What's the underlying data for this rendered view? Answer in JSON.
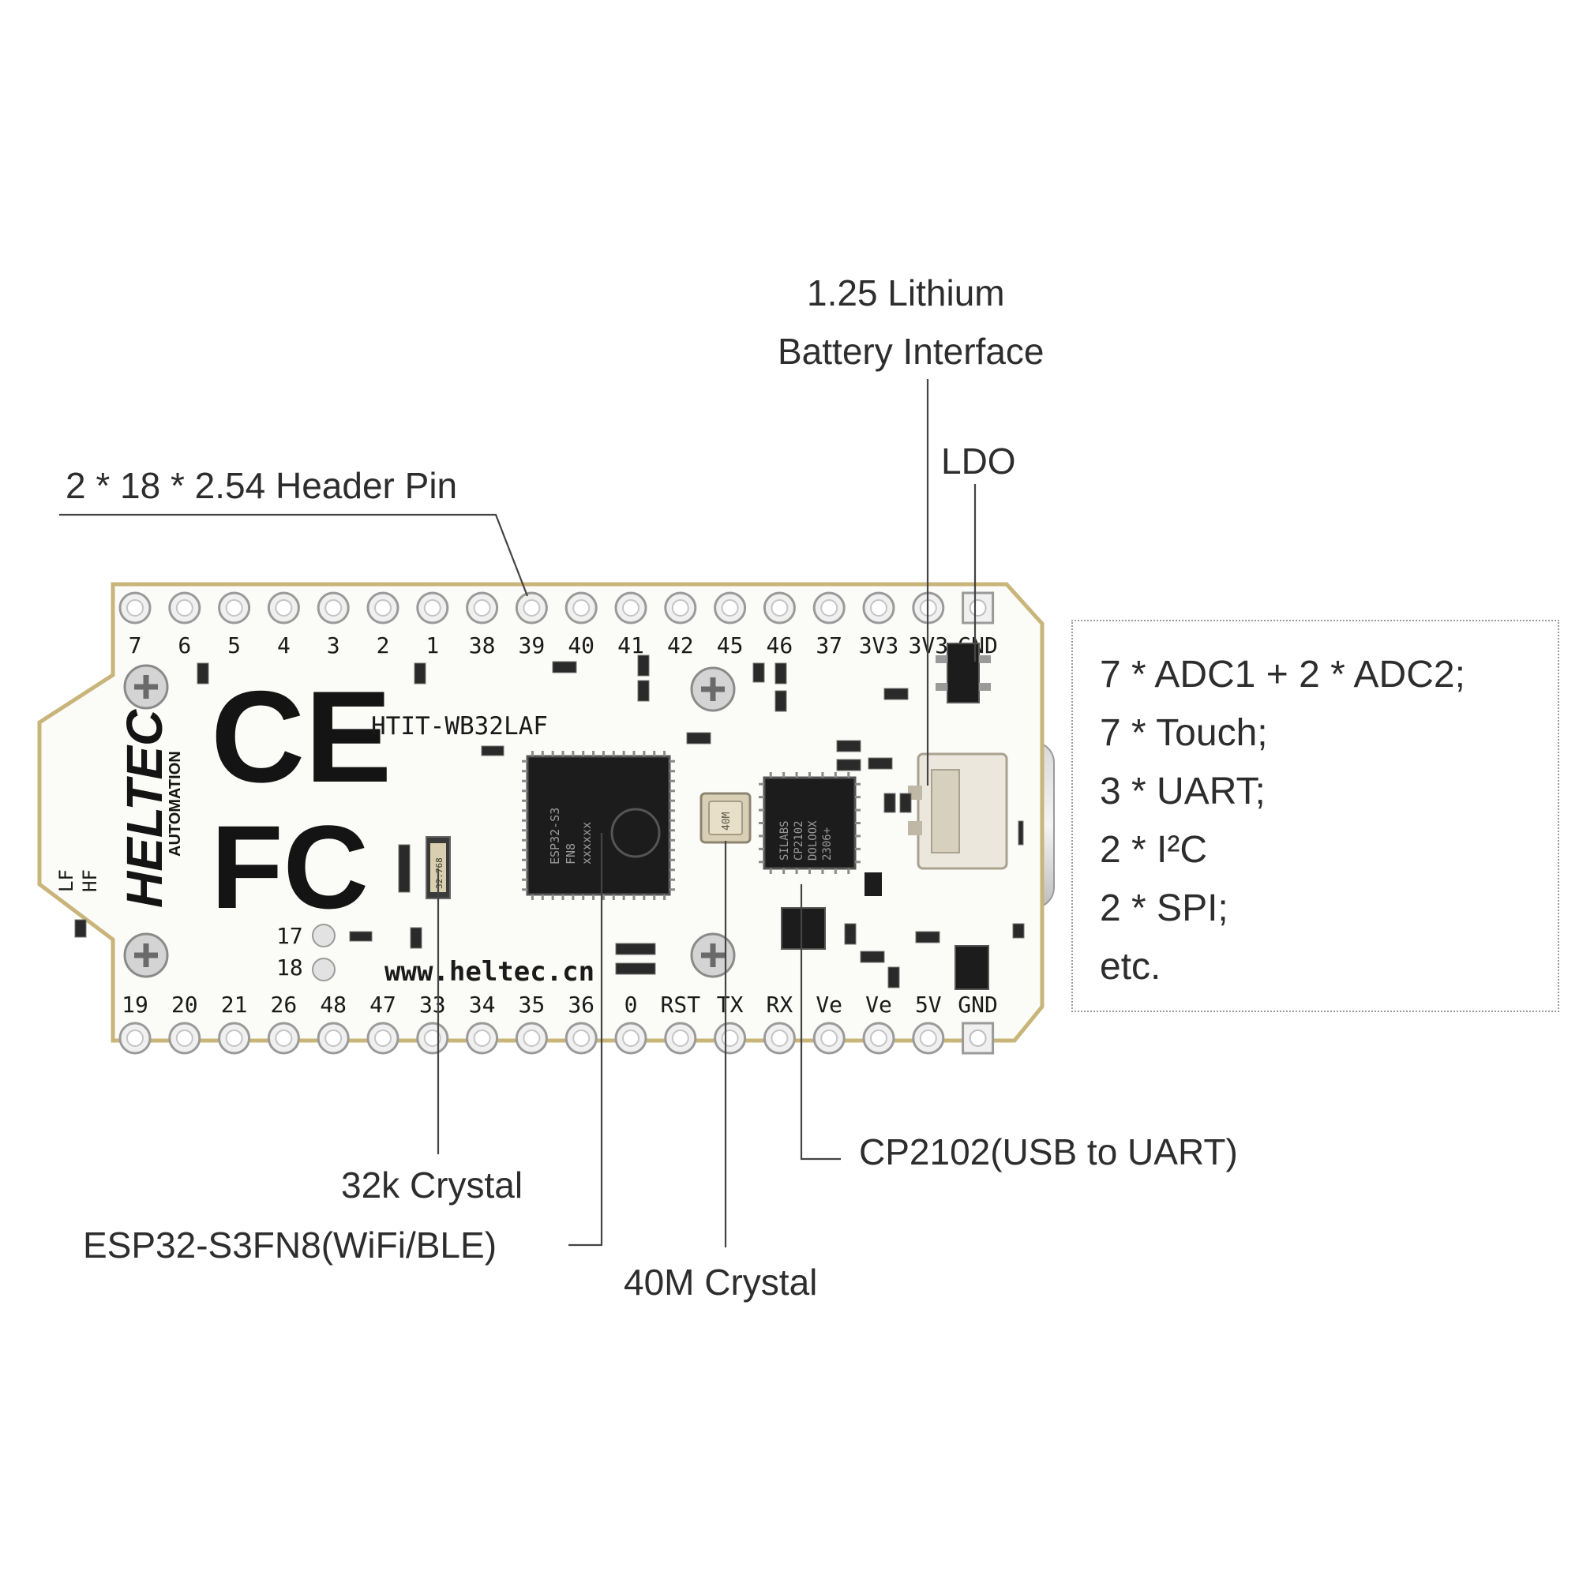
{
  "callouts": {
    "header_pin": "2 * 18 * 2.54 Header Pin",
    "battery_line1": "1.25 Lithium",
    "battery_line2": "Battery Interface",
    "ldo": "LDO",
    "crystal_32k": "32k Crystal",
    "esp32": "ESP32-S3FN8(WiFi/BLE)",
    "crystal_40m": "40M Crystal",
    "cp2102": "CP2102(USB to UART)"
  },
  "specs": [
    "7 * ADC1 + 2 * ADC2;",
    "7 * Touch;",
    "3 * UART;",
    "2 * I²C",
    "2 * SPI;",
    "etc."
  ],
  "board": {
    "model": "HTIT-WB32LAF",
    "brand": "HELTEC",
    "brand_sub": "AUTOMATION",
    "website": "www.heltec.cn",
    "ce_mark": "CE",
    "fcc_mark": "FC",
    "lf_label": "LF",
    "hf_label": "HF",
    "pin_17": "17",
    "pin_18": "18",
    "top_pins": [
      "7",
      "6",
      "5",
      "4",
      "3",
      "2",
      "1",
      "38",
      "39",
      "40",
      "41",
      "42",
      "45",
      "46",
      "37",
      "3V3",
      "3V3",
      "GND"
    ],
    "bottom_pins": [
      "19",
      "20",
      "21",
      "26",
      "48",
      "47",
      "33",
      "34",
      "35",
      "36",
      "0",
      "RST",
      "TX",
      "RX",
      "Ve",
      "Ve",
      "5V",
      "GND"
    ]
  },
  "chips": {
    "esp32_marking": [
      "ESP32-S3",
      "FN8",
      "xxxxxx"
    ],
    "cp2102_marking": [
      "SILABS",
      "CP2102",
      "DOLOOX",
      "2306+"
    ],
    "crystal_marking": "40M",
    "crystal32k_marking": "32.768"
  }
}
